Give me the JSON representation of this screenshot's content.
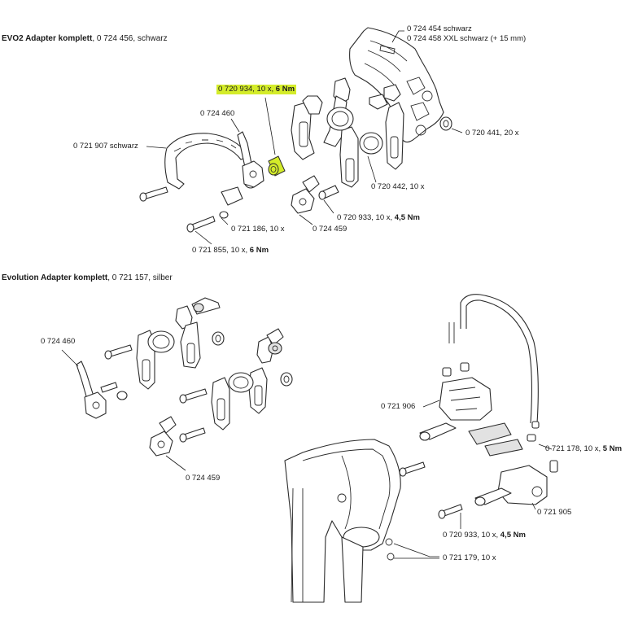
{
  "sections": [
    {
      "heading_bold": "EVO2 Adapter komplett",
      "heading_rest": ", 0 724 456, schwarz"
    },
    {
      "heading_bold": "Evolution Adapter komplett",
      "heading_rest": ", 0 721 157, silber"
    }
  ],
  "labels": {
    "bridge_a": "0 724 454 schwarz",
    "bridge_b": "0 724 458 XXL schwarz (+ 15 mm)",
    "bolt_highlight": "0 720 934, 10 x, ",
    "bolt_highlight_torque": "6 Nm",
    "lever_top": "0 724 460",
    "booster": "0 721 907 schwarz",
    "washer_20": "0 720 441, 20 x",
    "sleeve": "0 720 442, 10 x",
    "washer_186": "0 721 186, 10 x",
    "bolt_933": "0 720 933, 10 x, ",
    "bolt_933_torque": "4,5 Nm",
    "lever_459": "0 724 459",
    "bolt_855": "0 721 855, 10 x, ",
    "bolt_855_torque": "6 Nm",
    "lever_bottom": "0 724 460",
    "lever_459_bottom": "0 724 459",
    "caliper_906": "0 721 906",
    "bolt_178": "0 721 178, 10 x, ",
    "bolt_178_torque": "5 Nm",
    "caliper_905": "0 721 905",
    "bolt_933_b": "0 720 933, 10 x, ",
    "bolt_933_b_torque": "4,5 Nm",
    "nut_179": "0 721 179, 10 x"
  },
  "colors": {
    "highlight": "#d4ec2a",
    "line": "#2b2b2b"
  }
}
